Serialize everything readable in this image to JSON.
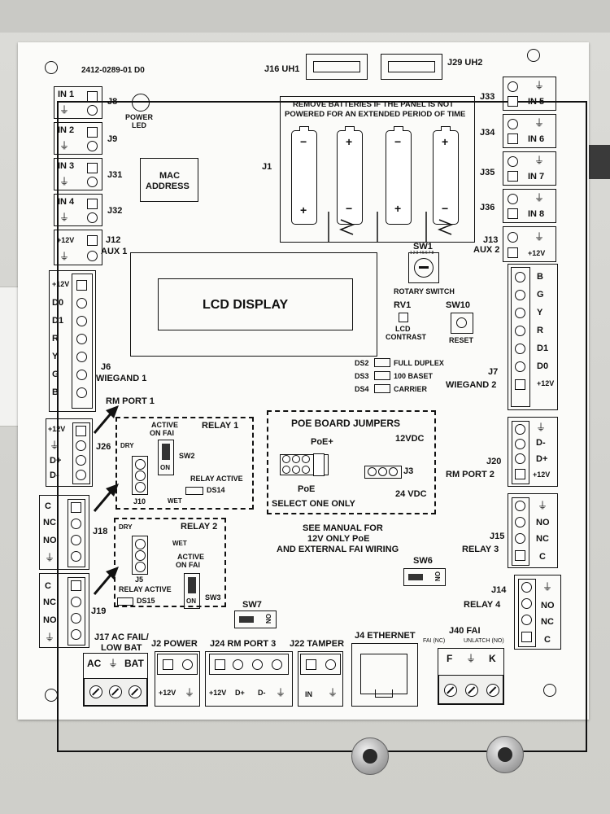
{
  "board": {
    "part_number": "2412-0289-01 D0",
    "headers": {
      "j16": "J16 UH1",
      "j29": "J29 UH2"
    },
    "left_inputs": [
      {
        "label": "IN 1",
        "connector": "J8"
      },
      {
        "label": "IN 2",
        "connector": "J9"
      },
      {
        "label": "IN 3",
        "connector": "J31"
      },
      {
        "label": "IN 4",
        "connector": "J32"
      }
    ],
    "aux1": {
      "pin": "+12V",
      "connector": "J12",
      "name": "AUX 1"
    },
    "power_led": "POWER\nLED",
    "power_led_line1": "POWER",
    "power_led_line2": "LED",
    "mac_line1": "MAC",
    "mac_line2": "ADDRESS",
    "battery_note_line1": "REMOVE BATTERIES IF THE PANEL IS NOT",
    "battery_note_line2": "POWERED FOR AN EXTENDED PERIOD OF TIME",
    "j1": "J1",
    "battery_plus": "+",
    "battery_minus": "−",
    "right_inputs": [
      {
        "label": "IN 5",
        "connector": "J33"
      },
      {
        "label": "IN 6",
        "connector": "J34"
      },
      {
        "label": "IN 7",
        "connector": "J35"
      },
      {
        "label": "IN 8",
        "connector": "J36"
      }
    ],
    "aux2": {
      "connector": "J13",
      "name": "AUX 2",
      "pin": "+12V"
    },
    "sw1": "SW1",
    "rotary_switch": "ROTARY SWITCH",
    "rotary_digits": "12345678",
    "lcd": "LCD DISPLAY",
    "rv1": "RV1",
    "lcd_contrast_line1": "LCD",
    "lcd_contrast_line2": "CONTRAST",
    "sw10": "SW10",
    "reset": "RESET",
    "wiegand1": {
      "pins": [
        "+12V",
        "D0",
        "D1",
        "R",
        "Y",
        "G",
        "B"
      ],
      "connector": "J6",
      "name": "WIEGAND 1"
    },
    "wiegand2": {
      "pins": [
        "B",
        "G",
        "Y",
        "R",
        "D1",
        "D0",
        "+12V"
      ],
      "connector": "J7",
      "name": "WIEGAND 2"
    },
    "leds": [
      {
        "id": "DS2",
        "label": "FULL DUPLEX"
      },
      {
        "id": "DS3",
        "label": "100 BASET"
      },
      {
        "id": "DS4",
        "label": "CARRIER"
      }
    ],
    "rm_port1": {
      "label": "RM PORT 1",
      "connector": "J26",
      "pins": [
        "+12V",
        "D+",
        "D-"
      ]
    },
    "rm_port2": {
      "label": "RM PORT 2",
      "connector": "J20",
      "pins": [
        "D-",
        "D+",
        "+12V"
      ]
    },
    "relay1": {
      "title": "RELAY 1",
      "dry": "DRY",
      "wet": "WET",
      "active_line1": "ACTIVE",
      "active_line2": "ON FAI",
      "switch": "SW2",
      "on": "ON",
      "jumper": "J10",
      "relay_active": "RELAY ACTIVE",
      "led": "DS14"
    },
    "relay2": {
      "title": "RELAY 2",
      "dry": "DRY",
      "wet": "WET",
      "active_line1": "ACTIVE",
      "active_line2": "ON FAI",
      "switch": "SW3",
      "on": "ON",
      "jumper": "J5",
      "relay_active": "RELAY ACTIVE",
      "led": "DS15"
    },
    "poe": {
      "title": "POE BOARD JUMPERS",
      "poe_plus": "PoE+",
      "poe": "PoE",
      "v12": "12VDC",
      "v24": "24 VDC",
      "j3": "J3",
      "select": "SELECT ONE ONLY"
    },
    "manual_note": [
      "SEE MANUAL FOR",
      "12V ONLY PoE",
      "AND EXTERNAL FAI WIRING"
    ],
    "j18": {
      "connector": "J18",
      "pins": [
        "C",
        "NC",
        "NO"
      ]
    },
    "j19": {
      "connector": "J19",
      "pins": [
        "C",
        "NC",
        "NO"
      ]
    },
    "relay3": {
      "connector": "J15",
      "name": "RELAY 3",
      "pins": [
        "NO",
        "NC",
        "C"
      ]
    },
    "relay4": {
      "connector": "J14",
      "name": "RELAY 4",
      "pins": [
        "NO",
        "NC",
        "C"
      ]
    },
    "sw6": "SW6",
    "sw7": "SW7",
    "on": "ON",
    "j17_line1": "J17 AC FAIL/",
    "j17_line2": "LOW BAT",
    "j17_pins": [
      "AC",
      "BAT"
    ],
    "j2": {
      "name": "J2 POWER",
      "pin": "+12V"
    },
    "j24": {
      "name": "J24 RM PORT 3",
      "pins": [
        "+12V",
        "D+",
        "D-"
      ]
    },
    "j22": {
      "name": "J22 TAMPER",
      "pin": "IN"
    },
    "j4": "J4 ETHERNET",
    "j40": {
      "name": "J40 FAI",
      "sub_left": "FAI (NC)",
      "sub_right": "UNLATCH (NO)",
      "pins": [
        "F",
        "K"
      ]
    },
    "ground": "⏚"
  }
}
